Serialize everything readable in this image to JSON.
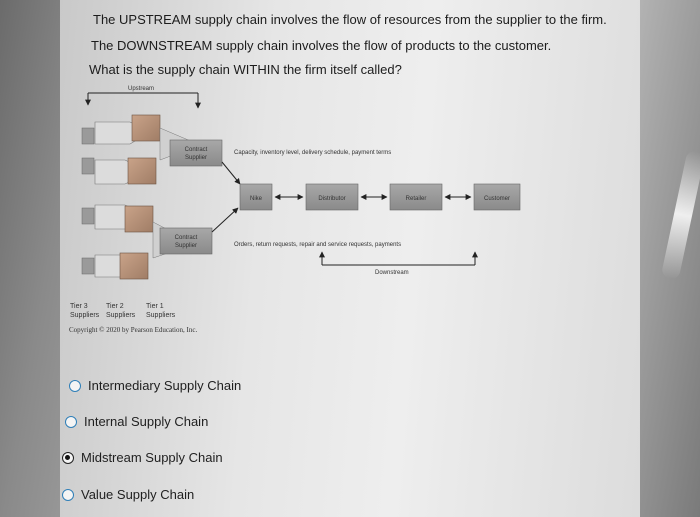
{
  "question": {
    "line1": "The UPSTREAM supply chain involves the flow of resources from the supplier to the firm.",
    "line2": "The DOWNSTREAM supply chain involves the flow of products to the customer.",
    "line3": "What is the supply chain WITHIN the firm itself called?"
  },
  "diagram": {
    "upstream_label": "Upstream",
    "downstream_label": "Downstream",
    "contract_supplier_1": [
      "Contract",
      "Supplier"
    ],
    "contract_supplier_2": [
      "Contract",
      "Supplier"
    ],
    "flow_top": "Capacity, inventory level, delivery schedule, payment terms",
    "flow_bottom": "Orders, return requests, repair and service requests, payments",
    "nodes": [
      "Nike",
      "Distributor",
      "Retailer",
      "Customer"
    ],
    "tiers": [
      {
        "t": "Tier 3",
        "s": "Suppliers"
      },
      {
        "t": "Tier 2",
        "s": "Suppliers"
      },
      {
        "t": "Tier 1",
        "s": "Suppliers"
      }
    ],
    "copyright": "Copyright © 2020 by Pearson Education, Inc."
  },
  "options": [
    {
      "label": "Intermediary Supply Chain",
      "selected": false
    },
    {
      "label": "Internal Supply Chain",
      "selected": false
    },
    {
      "label": "Midstream Supply Chain",
      "selected": true
    },
    {
      "label": "Value Supply Chain",
      "selected": false
    }
  ]
}
